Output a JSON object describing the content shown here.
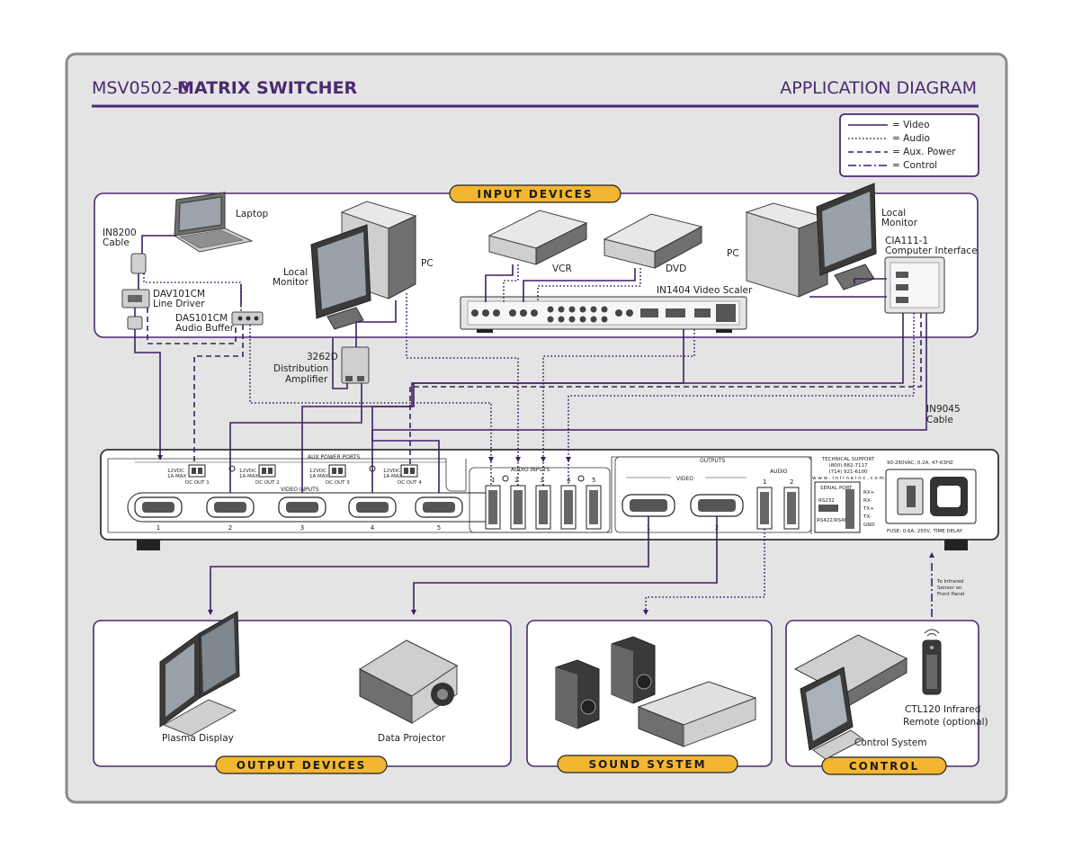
{
  "title": {
    "model": "MSV0502-3",
    "product": "MATRIX SWITCHER",
    "right": "APPLICATION DIAGRAM"
  },
  "legend": [
    {
      "label": "= Video",
      "style": "solid"
    },
    {
      "label": "= Audio",
      "style": "dotted"
    },
    {
      "label": "= Aux. Power",
      "style": "dashed"
    },
    {
      "label": "= Control",
      "style": "dashdot"
    }
  ],
  "sections": {
    "input": "INPUT DEVICES",
    "output": "OUTPUT DEVICES",
    "sound": "SOUND SYSTEM",
    "control": "CONTROL"
  },
  "devices": {
    "laptop": "Laptop",
    "in8200_1": "IN8200",
    "in8200_2": "Cable",
    "dav_1": "DAV101CM",
    "dav_2": "Line Driver",
    "das_1": "DAS101CM",
    "das_2": "Audio Buffer",
    "local_monitor_1": "Local",
    "local_monitor_2": "Monitor",
    "pc": "PC",
    "vcr": "VCR",
    "dvd": "DVD",
    "scaler": "IN1404 Video Scaler",
    "pc_right": "PC",
    "local_monitor_r1": "Local",
    "local_monitor_r2": "Monitor",
    "cia_1": "CIA111-1",
    "cia_2": "Computer Interface",
    "da_1": "3262D",
    "da_2": "Distribution",
    "da_3": "Amplifier",
    "in9045_1": "IN9045",
    "in9045_2": "Cable",
    "plasma": "Plasma Display",
    "projector": "Data Projector",
    "ctl120_1": "CTL120 Infrared",
    "ctl120_2": "Remote (optional)",
    "control_system": "Control System",
    "ir_1": "To Infrared",
    "ir_2": "Sensor on",
    "ir_3": "Front Panel"
  },
  "switcher": {
    "aux_power_ports": "AUX POWER PORTS",
    "video_inputs": "VIDEO INPUTS",
    "audio_inputs": "AUDIO INPUTS",
    "outputs": "OUTPUTS",
    "video": "VIDEO",
    "audio": "AUDIO",
    "spec_12v": "12VDC",
    "spec_1a": "1A MAX",
    "dc_out_1": "DC OUT 1",
    "dc_out_2": "DC OUT 2",
    "dc_out_3": "DC OUT 3",
    "dc_out_4": "DC OUT 4",
    "video_input_nums": [
      "1",
      "2",
      "3",
      "4",
      "5"
    ],
    "audio_input_nums": [
      "1",
      "2",
      "3",
      "4",
      "5"
    ],
    "output_nums": [
      "1",
      "2"
    ],
    "audio_output_nums": [
      "1",
      "2"
    ],
    "tech_support_1": "TECHNICAL SUPPORT",
    "tech_support_2": "(800) 882-7117",
    "tech_support_3": "(714) 921-6100",
    "tech_support_4": "w w w . i n l i n e i n c . c o m",
    "serial_port": "SERIAL PORT",
    "rs232": "RS232",
    "rs422": "RS422/RS485",
    "serial_pins": [
      "RX+",
      "RX-",
      "TX+",
      "TX-",
      "GND"
    ],
    "power_spec": "90-260VAC, 0.2A, 47-63HZ",
    "fuse": "FUSE: 0.6A, 250V, TIME DELAY"
  }
}
